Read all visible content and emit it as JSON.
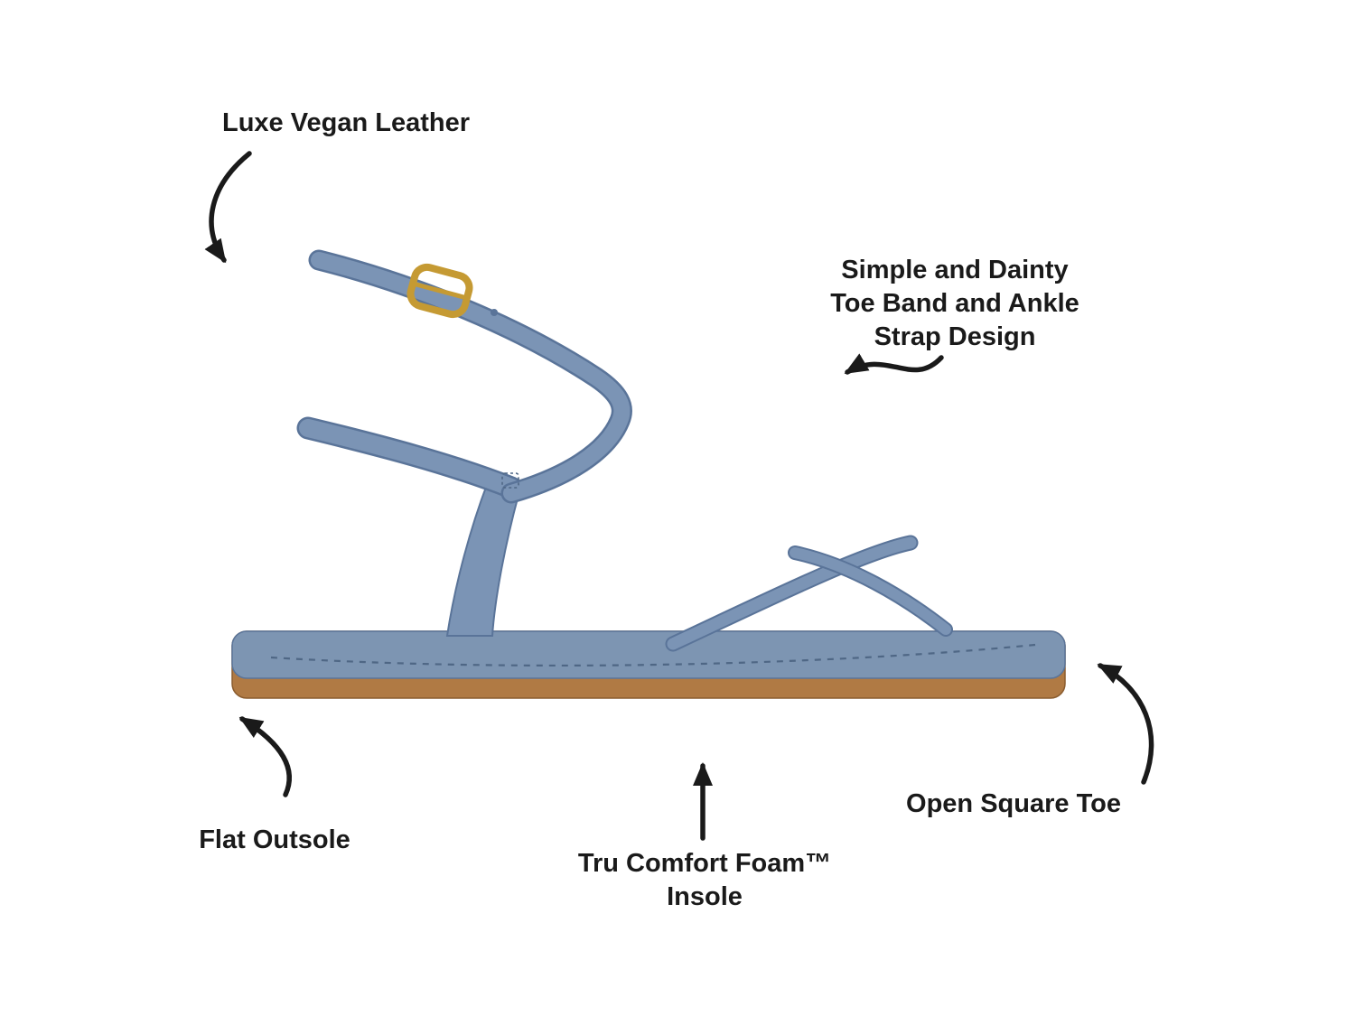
{
  "annotations": {
    "luxe_vegan_leather": {
      "text": "Luxe Vegan Leather"
    },
    "toe_band_ankle_strap": {
      "line1": "Simple and Dainty",
      "line2": "Toe Band and Ankle",
      "line3": "Strap Design"
    },
    "open_square_toe": {
      "text": "Open Square Toe"
    },
    "flat_outsole": {
      "text": "Flat Outsole"
    },
    "tru_comfort_foam": {
      "line1": "Tru Comfort Foam™",
      "line2": "Insole"
    }
  },
  "colors": {
    "background": "#ffffff",
    "text": "#1a1a1a",
    "arrow": "#1a1a1a",
    "strap_blue": "#7b94b5",
    "strap_blue_dark": "#5a7499",
    "footbed_blue": "#7d95b2",
    "stitch_blue": "#4f6785",
    "outsole_tan": "#b07a44",
    "outsole_tan_dark": "#8a5c2e",
    "buckle_gold": "#c59a33"
  }
}
